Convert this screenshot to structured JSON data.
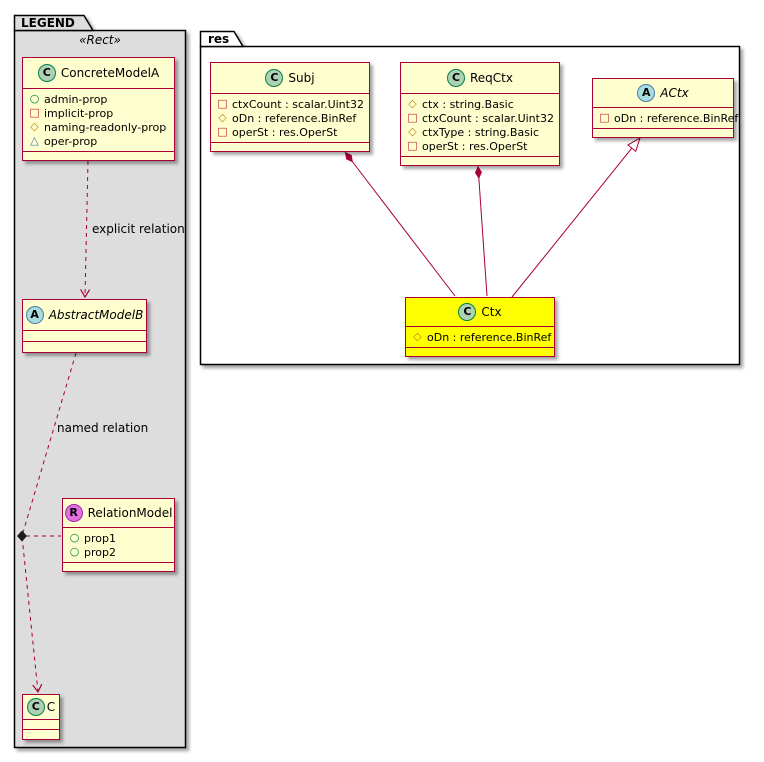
{
  "colors": {
    "class_border": "#A80036",
    "class_background": "#FEFECE",
    "highlight_background": "#FFFF00",
    "legend_package_background": "#DDDDDD",
    "res_package_background": "#FFFFFF",
    "edge_color": "#A80036",
    "spot_class": "#ADD1B2",
    "spot_abstract": "#A9DCDF",
    "spot_relation": "#E36EE3",
    "visibility_public": "#038048",
    "visibility_private": "#C82930",
    "visibility_protected": "#B8860B",
    "visibility_package": "#4177AF"
  },
  "legend": {
    "title": "LEGEND",
    "stereotype": "«Rect»",
    "classes": {
      "concrete": {
        "name": "ConcreteModelA",
        "spot": {
          "letter": "C",
          "kind": "spot-class"
        },
        "props": [
          {
            "icon": "circle-public-icon",
            "label": "admin-prop"
          },
          {
            "icon": "square-private-icon",
            "label": "implicit-prop"
          },
          {
            "icon": "diamond-protected-icon",
            "label": "naming-readonly-prop"
          },
          {
            "icon": "triangle-package-icon",
            "label": "oper-prop"
          }
        ]
      },
      "abstract": {
        "name": "AbstractModelB",
        "spot": {
          "letter": "A",
          "kind": "spot-abstract"
        }
      },
      "relation": {
        "name": "RelationModel",
        "spot": {
          "letter": "R",
          "kind": "spot-relation"
        },
        "props": [
          {
            "icon": "circle-public-icon",
            "label": "prop1"
          },
          {
            "icon": "circle-public-icon",
            "label": "prop2"
          }
        ]
      },
      "c": {
        "name": "C",
        "spot": {
          "letter": "C",
          "kind": "spot-class"
        }
      }
    },
    "edge_labels": {
      "explicit": "explicit relation",
      "named": "named relation"
    }
  },
  "res": {
    "title": "res",
    "classes": {
      "subj": {
        "name": "Subj",
        "spot": {
          "letter": "C",
          "kind": "spot-class"
        },
        "props": [
          {
            "icon": "square-private-icon",
            "label": "ctxCount : scalar.Uint32"
          },
          {
            "icon": "diamond-protected-icon",
            "label": "oDn : reference.BinRef"
          },
          {
            "icon": "square-private-icon",
            "label": "operSt : res.OperSt"
          }
        ]
      },
      "reqctx": {
        "name": "ReqCtx",
        "spot": {
          "letter": "C",
          "kind": "spot-class"
        },
        "props": [
          {
            "icon": "diamond-protected-icon",
            "label": "ctx : string.Basic"
          },
          {
            "icon": "square-private-icon",
            "label": "ctxCount : scalar.Uint32"
          },
          {
            "icon": "diamond-protected-icon",
            "label": "ctxType : string.Basic"
          },
          {
            "icon": "square-private-icon",
            "label": "operSt : res.OperSt"
          }
        ]
      },
      "actx": {
        "name": "ACtx",
        "spot": {
          "letter": "A",
          "kind": "spot-abstract"
        },
        "props": [
          {
            "icon": "square-private-icon",
            "label": "oDn : reference.BinRef"
          }
        ]
      },
      "ctx": {
        "name": "Ctx",
        "spot": {
          "letter": "C",
          "kind": "spot-class"
        },
        "props": [
          {
            "icon": "diamond-protected-icon",
            "label": "oDn : reference.BinRef"
          }
        ]
      }
    }
  }
}
